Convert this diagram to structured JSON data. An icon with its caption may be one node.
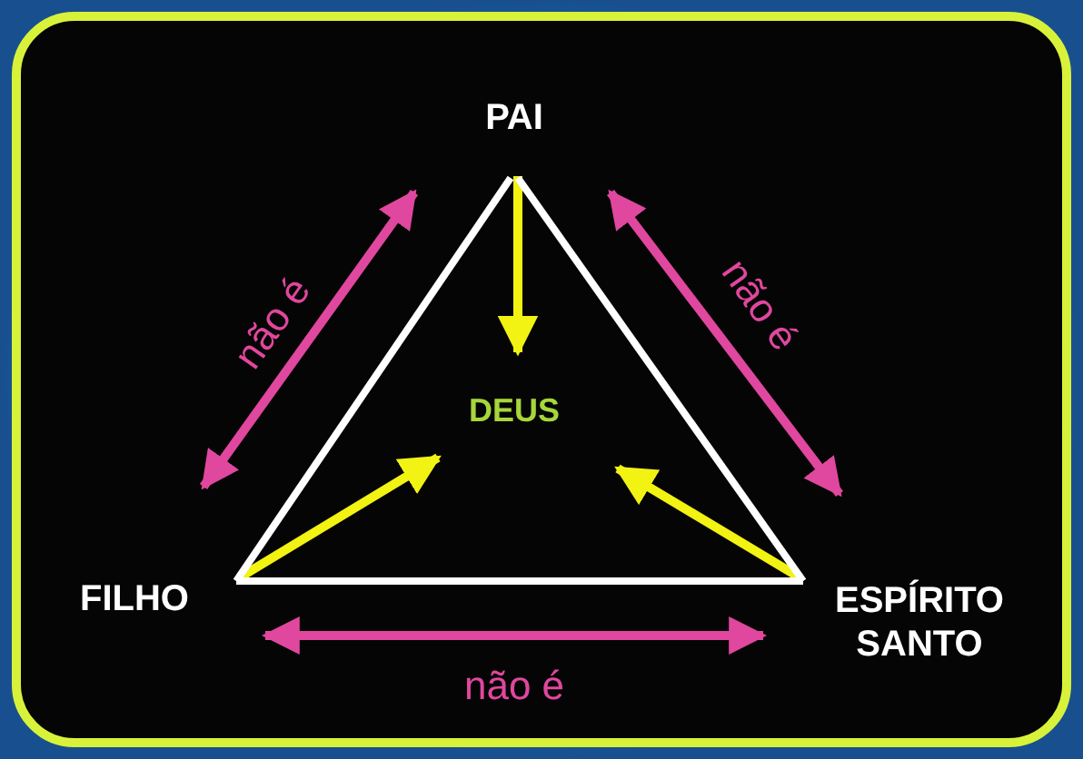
{
  "diagram": {
    "nodes": [
      {
        "text": [
          "PAI"
        ]
      },
      {
        "text": [
          "FILHO"
        ]
      },
      {
        "text": [
          "ESPÍRITO SANTO"
        ]
      },
      {
        "text": [
          "DEUS"
        ]
      }
    ],
    "edges": [
      {
        "from": 0,
        "to": 3,
        "arrow": "to",
        "color": "#f2f213"
      },
      {
        "from": 1,
        "to": 3,
        "arrow": "to",
        "color": "#f2f213"
      },
      {
        "from": 2,
        "to": 3,
        "arrow": "to",
        "color": "#f2f213"
      },
      {
        "from": 0,
        "to": 1,
        "arrow": "none",
        "color": "#ffffff"
      },
      {
        "from": 1,
        "to": 2,
        "arrow": "none",
        "color": "#ffffff"
      },
      {
        "from": 2,
        "to": 0,
        "arrow": "none",
        "color": "#ffffff"
      },
      {
        "from": 0,
        "to": 1,
        "arrow": "both",
        "label": "não é",
        "color": "#e0479e"
      },
      {
        "from": 0,
        "to": 2,
        "arrow": "both",
        "label": "não é",
        "color": "#e0479e"
      },
      {
        "from": 1,
        "to": 2,
        "arrow": "both",
        "label": "não é",
        "color": "#e0479e"
      }
    ]
  }
}
